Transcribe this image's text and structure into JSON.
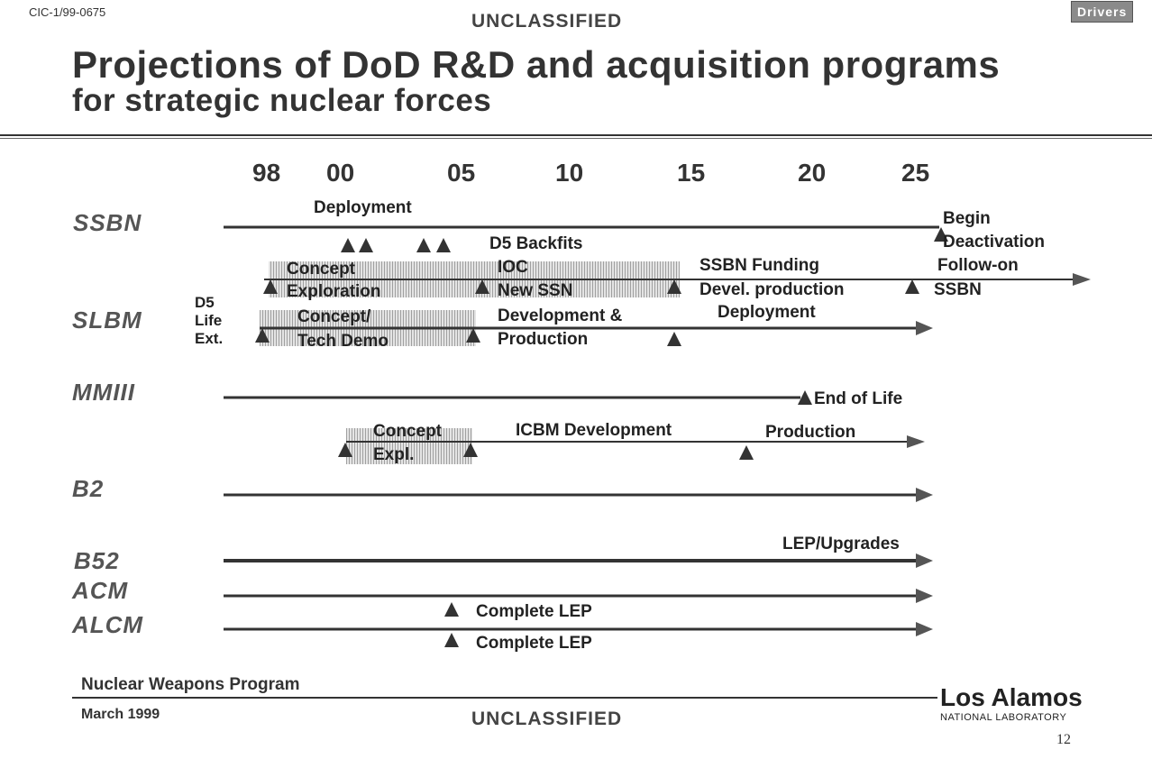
{
  "header": {
    "doc_id": "CIC-1/99-0675",
    "classification": "UNCLASSIFIED",
    "badge": "Drivers",
    "title_line1": "Projections of DoD R&D and acquisition programs",
    "title_line2": "for strategic nuclear forces"
  },
  "years": [
    "98",
    "00",
    "05",
    "10",
    "15",
    "20",
    "25"
  ],
  "systems": {
    "ssbn": "SSBN",
    "slbm": "SLBM",
    "mmiii": "MMIII",
    "b2": "B2",
    "b52": "B52",
    "acm": "ACM",
    "alcm": "ALCM"
  },
  "labels": {
    "deployment": "Deployment",
    "begin": "Begin",
    "deactivation": "Deactivation",
    "d5_backfits": "D5 Backfits",
    "concept": "Concept",
    "exploration": "Exploration",
    "ioc": "IOC",
    "new_ssn": "New SSN",
    "ssbn_funding": "SSBN Funding",
    "devel_production": "Devel. production",
    "follow_on": "Follow-on",
    "ssbn_follow": "SSBN",
    "d5": "D5",
    "life": "Life",
    "ext": "Ext.",
    "concept_slash": "Concept/",
    "tech_demo": "Tech Demo",
    "development_and": "Development &",
    "production": "Production",
    "deployment2": "Deployment",
    "end_of_life": "End of Life",
    "concept_icbm": "Concept",
    "expl": "Expl.",
    "icbm_development": "ICBM Development",
    "production2": "Production",
    "lep_upgrades": "LEP/Upgrades",
    "complete_lep_acm": "Complete LEP",
    "complete_lep_alcm": "Complete LEP"
  },
  "footer": {
    "program": "Nuclear Weapons Program",
    "date": "March 1999",
    "classification": "UNCLASSIFIED",
    "lab_name": "Los Alamos",
    "lab_sub": "NATIONAL LABORATORY",
    "page_number": "12"
  }
}
